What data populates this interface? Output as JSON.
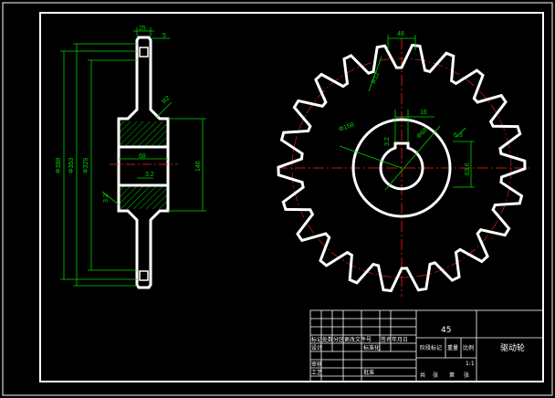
{
  "side_view": {
    "dims": {
      "d_outer": "Φ388",
      "d_mid": "Φ353",
      "d_root": "Φ329",
      "hub_length": "146",
      "tooth_width": "25",
      "chamfer": "5",
      "fillet": "R2",
      "bore": "68",
      "small_a": "3.2",
      "small_b": "3.2"
    }
  },
  "front_view": {
    "dims": {
      "pitch_top": "48",
      "tooth_radius": "R12",
      "hub_dia": "Φ158",
      "bore_dia": "Φ68",
      "key_width": "16",
      "keyway_depth": "63.6",
      "tol_a": "6.3",
      "small_c": "3.2"
    }
  },
  "title_block": {
    "material": "45",
    "part_name": "驱动轮",
    "scale": "1:1",
    "rows": [
      [
        "标记",
        "处数",
        "分区",
        "更改文件号",
        "签名",
        "年月日"
      ],
      [
        "设计",
        "",
        "标准化"
      ],
      [
        "审核",
        ""
      ],
      [
        "工艺",
        "",
        "批准"
      ]
    ],
    "stage_label": "阶段标记",
    "weight_label": "重量",
    "ratio_label": "比例",
    "sheet_label": "共",
    "page_label": "张",
    "page2_label": "第",
    "page3_label": "张"
  }
}
